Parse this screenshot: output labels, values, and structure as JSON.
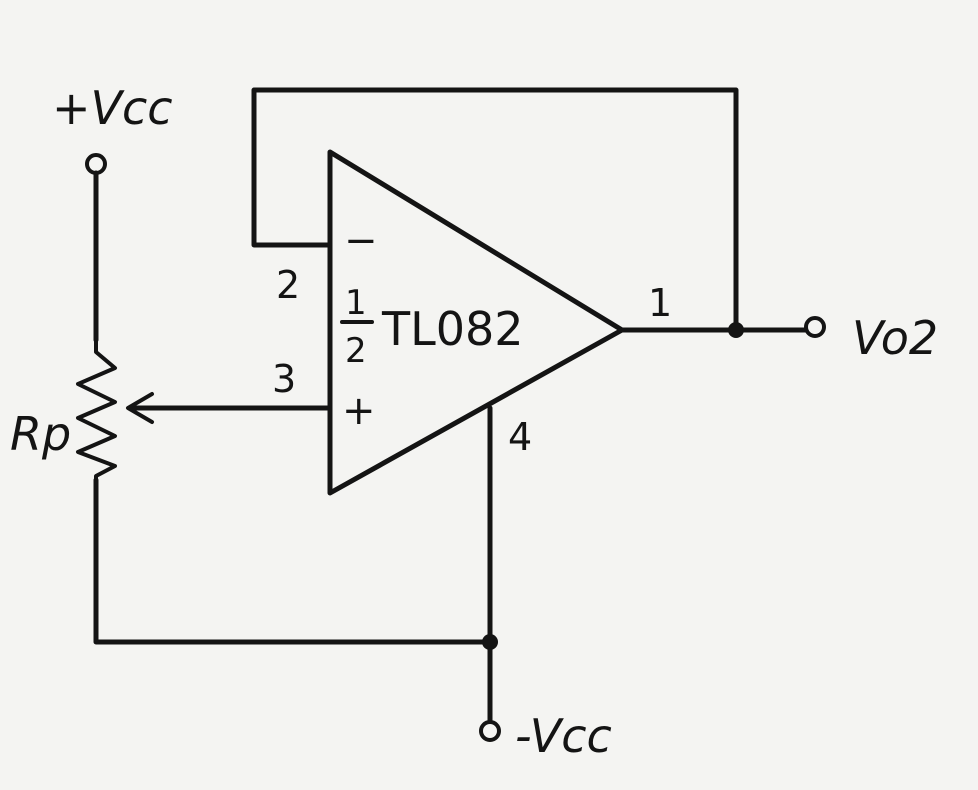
{
  "schematic": {
    "labels": {
      "pos_supply": "+Vcc",
      "neg_supply": "-Vcc",
      "output": "Vo2",
      "pot": "Rp",
      "chip_frac_num": "1",
      "chip_frac_den": "2",
      "chip_name": "TL082",
      "pin_inverting": "2",
      "pin_noninverting": "3",
      "pin_output": "1",
      "pin_negsupply": "4",
      "sign_minus": "−",
      "sign_plus": "+"
    }
  }
}
